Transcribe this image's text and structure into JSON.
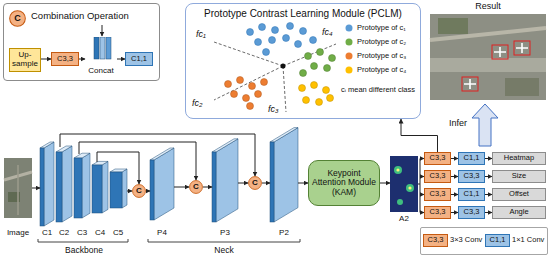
{
  "diagram": {
    "nodes": [
      {
        "text": [
          "Combination Operation"
        ]
      },
      {
        "text": [
          "C"
        ],
        "in": 0
      },
      {
        "text": [
          "Up-sample"
        ],
        "in": 0
      },
      {
        "text": [
          "C3,3"
        ],
        "in": 0
      },
      {
        "text": [
          "Concat"
        ],
        "in": 0
      },
      {
        "text": [
          "C1,1"
        ],
        "in": 0
      },
      {
        "text": [
          "Prototype Contrast Learning Module (PCLM)"
        ]
      },
      {
        "text": [
          "C"
        ]
      },
      {
        "text": [
          "C"
        ]
      },
      {
        "text": [
          "C"
        ]
      },
      {
        "text": [
          "Keypoint Attention Module (KAM)"
        ]
      },
      {
        "text": [
          "C3,3"
        ]
      },
      {
        "text": [
          "C1,1"
        ]
      },
      {
        "text": [
          "Heatmap"
        ]
      },
      {
        "text": [
          "C3,3"
        ]
      },
      {
        "text": [
          "C3,3"
        ]
      },
      {
        "text": [
          "Size"
        ]
      },
      {
        "text": [
          "C3,3"
        ]
      },
      {
        "text": [
          "C1,1"
        ]
      },
      {
        "text": [
          "Offset"
        ]
      },
      {
        "text": [
          "C3,3"
        ]
      },
      {
        "text": [
          "C3,3"
        ]
      },
      {
        "text": [
          "Angle"
        ]
      },
      {
        "text": [
          "3×3 Conv",
          "1×1 Conv"
        ]
      },
      {
        "text": [
          "C3,3"
        ],
        "in": 23
      },
      {
        "text": [
          "C1,1"
        ],
        "in": 23
      }
    ],
    "edges": [
      {
        "from": 2,
        "to": 3,
        "arrow": "to"
      },
      {
        "from": 3,
        "to": 4,
        "arrow": "to"
      },
      {
        "from": 4,
        "to": 5,
        "arrow": "to"
      },
      {
        "from": 11,
        "to": 12,
        "arrow": "to"
      },
      {
        "from": 12,
        "to": 13,
        "arrow": "to"
      },
      {
        "from": 14,
        "to": 15,
        "arrow": "to"
      },
      {
        "from": 15,
        "to": 16,
        "arrow": "to"
      },
      {
        "from": 17,
        "to": 18,
        "arrow": "to"
      },
      {
        "from": 18,
        "to": 19,
        "arrow": "to"
      },
      {
        "from": 20,
        "to": 21,
        "arrow": "to"
      },
      {
        "from": 21,
        "to": 22,
        "arrow": "to"
      },
      {
        "from": 11,
        "to": 6,
        "arrow": "to"
      }
    ],
    "labels": [
      "fc₁",
      "fc₂",
      "fc₃",
      "fc₄",
      "cᵢ mean different class",
      "Result",
      "Infer",
      "Image",
      "C1",
      "C2",
      "C3",
      "C4",
      "C5",
      "Backbone",
      "P4",
      "P3",
      "P2",
      "Neck",
      "A2"
    ],
    "legend": [
      {
        "text": "Prototype of c₁",
        "color": "#5b9bd5"
      },
      {
        "text": "Prototype of c₂",
        "color": "#70ad47"
      },
      {
        "text": "Prototype of c₃",
        "color": "#ed7d31"
      },
      {
        "text": "Prototype of c₄",
        "color": "#ffc000"
      }
    ]
  }
}
